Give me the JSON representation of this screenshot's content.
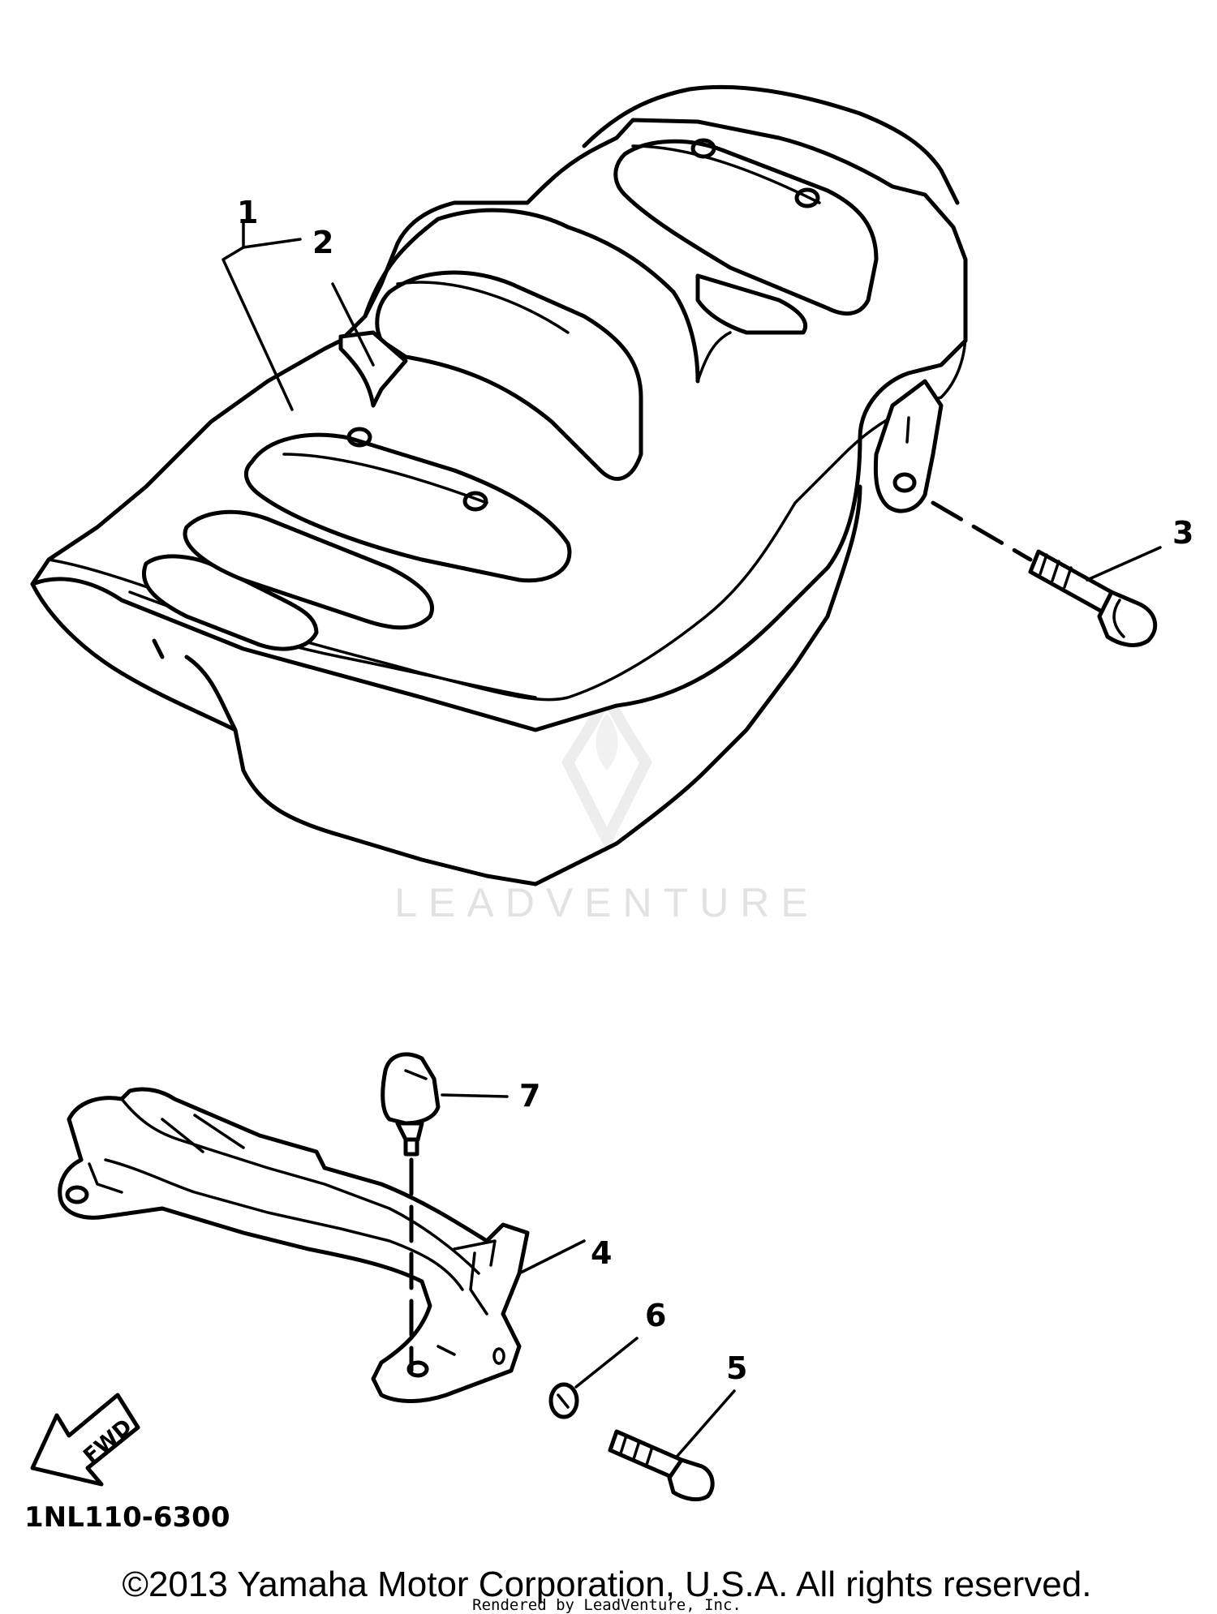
{
  "diagram": {
    "callouts": [
      "1",
      "2",
      "3",
      "4",
      "5",
      "6",
      "7"
    ],
    "diagram_code": "1NL110-6300",
    "fwd_label": "FWD"
  },
  "watermark": {
    "brand": "LEADVENTURE"
  },
  "footer": {
    "copyright": "©2013 Yamaha Motor Corporation, U.S.A. All rights reserved.",
    "rendered_by": "Rendered by LeadVenture, Inc."
  }
}
